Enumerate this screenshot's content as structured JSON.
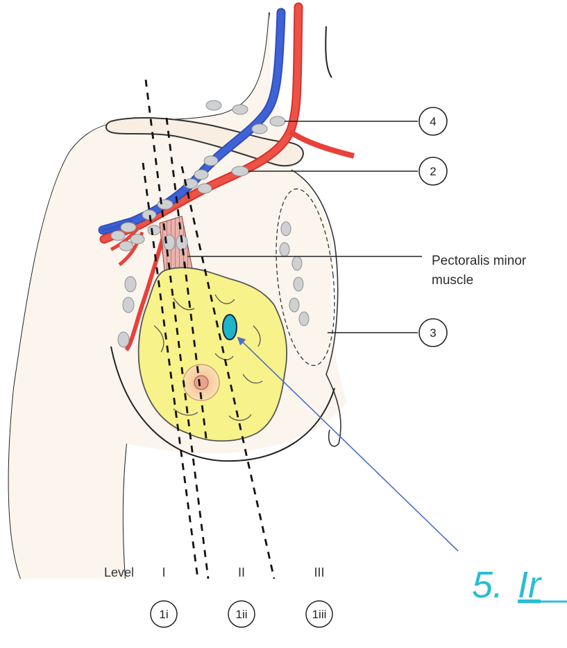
{
  "callouts": [
    {
      "id": "4",
      "label": "4"
    },
    {
      "id": "2",
      "label": "2"
    },
    {
      "id": "3",
      "label": "3"
    }
  ],
  "muscle_label": {
    "line1": "Pectoralis minor",
    "line2": "muscle"
  },
  "levels": {
    "prefix": "Level",
    "names": [
      "I",
      "II",
      "III"
    ],
    "codes": [
      "1i",
      "1ii",
      "1iii"
    ]
  },
  "overlay_text": {
    "number": "5.",
    "word": "Ir"
  },
  "colors": {
    "artery": "#e8413a",
    "vein": "#3557c9",
    "gland": "#f7f28a",
    "lymph_node": "#cfd0d2",
    "marker": "#1fb5c9",
    "arrow": "#4a6fc4",
    "overlay": "#2bbcd6"
  }
}
